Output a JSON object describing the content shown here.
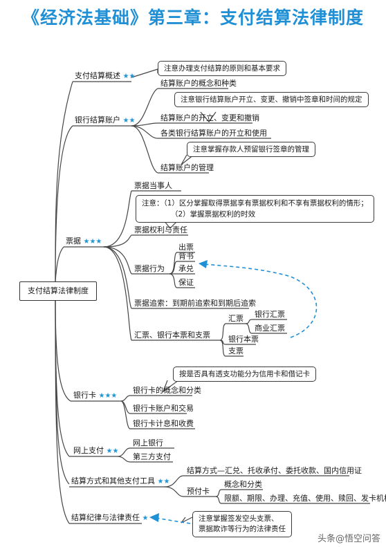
{
  "title": "《经济法基础》第三章：支付结算法律制度",
  "root": "支付结算法律制度",
  "branches": {
    "overview": {
      "label": "支付结算概述",
      "stars": "★★"
    },
    "bank_account": {
      "label": "银行结算账户",
      "stars": "★★"
    },
    "bill": {
      "label": "票据",
      "stars": "★★★"
    },
    "bank_card": {
      "label": "银行卡",
      "stars": "★★★"
    },
    "online_pay": {
      "label": "网上支付",
      "stars": "★★"
    },
    "other_tools": {
      "label": "结算方式和其他支付工具",
      "stars": "★★"
    },
    "discipline": {
      "label": "结算纪律与法律责任",
      "stars": "★"
    }
  },
  "notes": {
    "overview": "注意办理支付结算的原则和基本要求",
    "account_change": "注意银行结算账户开立、变更、撤销中签章和时间的规定",
    "account_seal": "注意掌握存款人预留银行签章的管理",
    "bill_rights_1": "注意：（1）区分掌握取得票据享有票据权利和不享有票据权利的情形；",
    "bill_rights_2": "（2）掌握票据权利的时效",
    "card": "按是否具有透支功能分为信用卡和借记卡",
    "discipline_1": "注意掌握签发空头支票、",
    "discipline_2": "票据欺诈等行为的法律责任"
  },
  "account_items": [
    "结算账户的概念和种类",
    "结算账户的开立、变更和撤销",
    "各类银行结算账户的开立和使用",
    "结算账户的管理"
  ],
  "bill_items": {
    "parties": "票据当事人",
    "rights": "票据权利与责任",
    "acts": "票据行为",
    "act_list": [
      "出票",
      "背书",
      "承兑",
      "保证"
    ],
    "recourse": "票据追索：到期前追索和到期后追索",
    "types": "汇票、银行本票和支票",
    "draft": "汇票",
    "draft_list": [
      "银行汇票",
      "商业汇票"
    ],
    "promissory": "银行本票",
    "cheque": "支票"
  },
  "card_items": [
    "银行卡的概念和分类",
    "银行卡账户和交易",
    "银行卡计息和收费"
  ],
  "online_items": [
    "网上银行",
    "第三方支付"
  ],
  "other_items": {
    "methods": "结算方式—汇兑、托收承付、委托收款、国内信用证",
    "prepaid": "预付卡",
    "prepaid_list": [
      "概念和分类",
      "限额、期限、办理、充值、使用、赎回、发卡机构"
    ]
  },
  "watermark": "头条@悟空问答"
}
